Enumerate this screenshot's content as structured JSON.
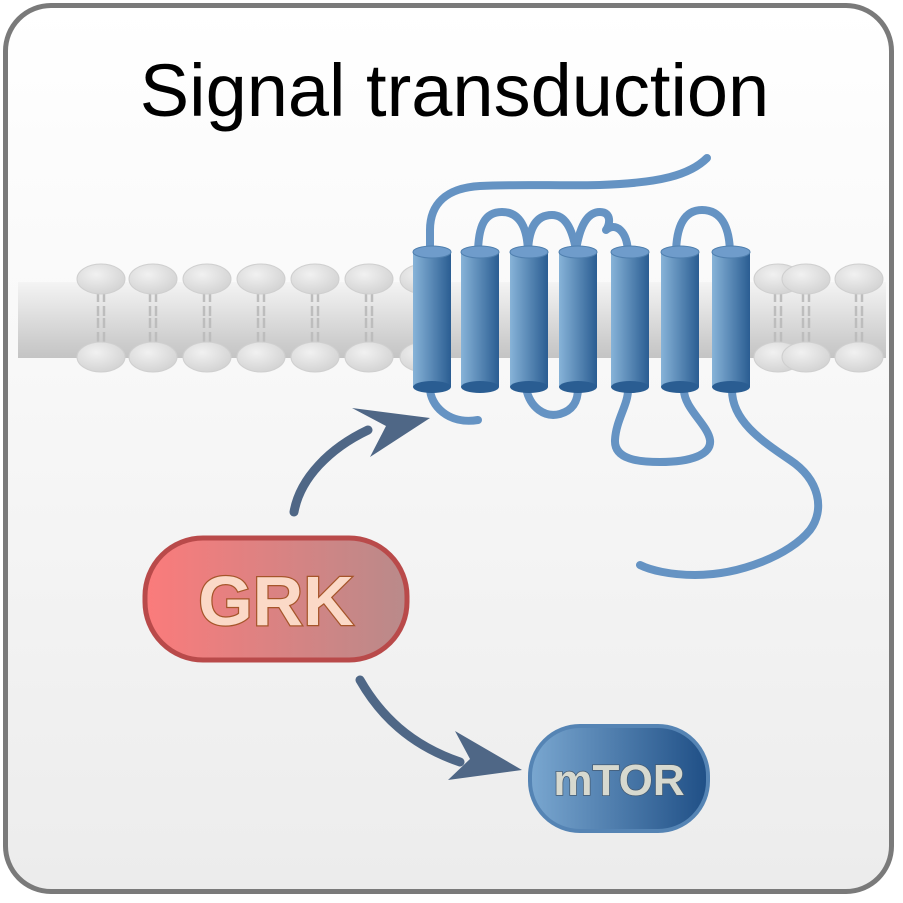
{
  "title": "Signal transduction",
  "nodes": {
    "grk": {
      "label": "GRK",
      "fill_start": "#fb7b7b",
      "fill_end": "#b98a8a",
      "stroke": "#b94a4a",
      "text_fill": "#fbd9c7",
      "text_stroke": "#a6552a"
    },
    "mtor": {
      "label": "mTOR",
      "fill_start": "#7aa7d0",
      "fill_end": "#1f4f86",
      "stroke": "#5584b4",
      "text_fill": "#d7d9cf",
      "text_stroke": "#435a72"
    }
  },
  "colors": {
    "receptor_loop": "#6593c3",
    "helix_light": "#87b3d8",
    "helix_dark": "#2a5d92",
    "arrow": "#4f6786",
    "membrane_head": "#dcdcdc",
    "frame_border": "#7a7a7a"
  },
  "icons": {
    "membrane": "lipid-bilayer-icon",
    "receptor": "seven-transmembrane-receptor-icon"
  }
}
